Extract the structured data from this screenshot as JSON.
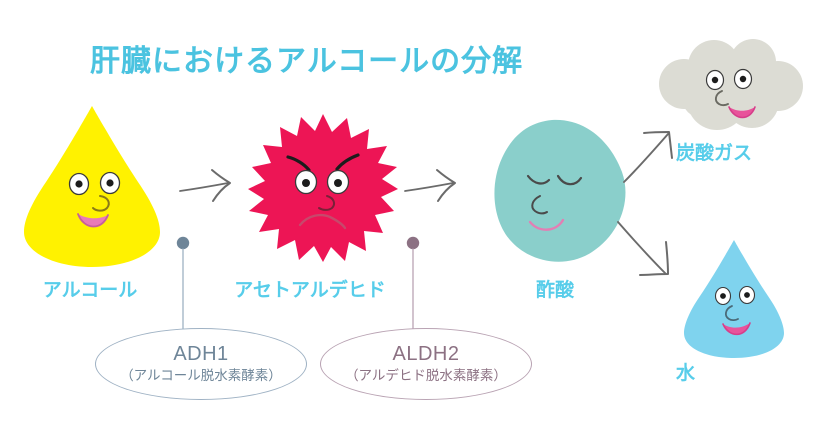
{
  "page": {
    "title": "肝臓におけるアルコールの分解",
    "title_color": "#4BC3E0",
    "background": "#ffffff"
  },
  "substances": [
    {
      "id": "alcohol",
      "label": "アルコール",
      "icon": "yellow-teardrop-character",
      "color": "#FFF200",
      "expression": "smiling"
    },
    {
      "id": "acetaldehyde",
      "label": "アセトアルデヒド",
      "icon": "red-spiky-star-character",
      "color": "#ED1555",
      "expression": "angry"
    },
    {
      "id": "acetic-acid",
      "label": "酢酸",
      "icon": "teal-blob-character",
      "color": "#8ACFCB",
      "expression": "calm-closed-eyes"
    },
    {
      "id": "carbon-dioxide",
      "label": "炭酸ガス",
      "icon": "gray-cloud-character",
      "color": "#DCDCD4",
      "expression": "smiling"
    },
    {
      "id": "water",
      "label": "水",
      "icon": "blue-teardrop-character",
      "color": "#7FD3EE",
      "expression": "smiling"
    }
  ],
  "label_color": "#57CDEA",
  "enzymes": [
    {
      "id": "adh1",
      "name": "ADH1",
      "description": "（アルコール脱水素酵素）",
      "color": "#6E8598",
      "border_color": "#9FB2C4"
    },
    {
      "id": "aldh2",
      "name": "ALDH2",
      "description": "（アルデヒド脱水素酵素）",
      "color": "#8C7183",
      "border_color": "#B9A3B3"
    }
  ],
  "arrows": [
    {
      "id": "alcohol-to-acetaldehyde",
      "icon": "arrow-right-icon",
      "direction": "right"
    },
    {
      "id": "acetaldehyde-to-acetic-acid",
      "icon": "arrow-right-icon",
      "direction": "right"
    },
    {
      "id": "acetic-acid-to-co2",
      "icon": "arrow-up-right-icon",
      "direction": "up-right"
    },
    {
      "id": "acetic-acid-to-water",
      "icon": "arrow-down-right-icon",
      "direction": "down-right"
    }
  ],
  "arrow_color": "#6B6B6B"
}
